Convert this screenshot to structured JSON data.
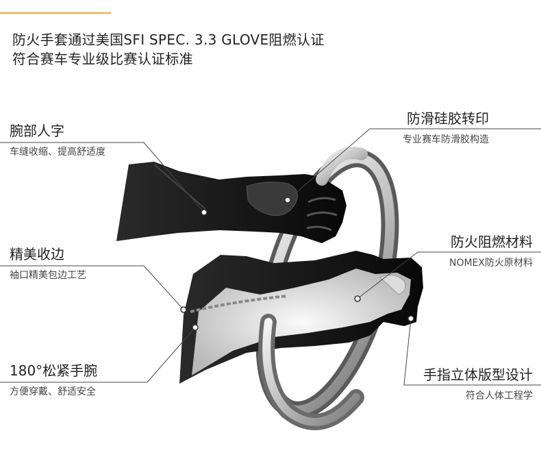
{
  "headline": {
    "line1": "防火手套通过美国SFI SPEC. 3.3 GLOVE阻燃认证",
    "line2": "符合赛车专业级比赛认证标准"
  },
  "features": {
    "wrist_cut": {
      "title": "腕部人字",
      "subtitle": "车缝收缩、提高舒适度"
    },
    "hem": {
      "title": "精美收边",
      "subtitle": "袖口精美包边工艺"
    },
    "cuff": {
      "title": "180°松紧手腕",
      "subtitle": "方便穿戴、舒适安全"
    },
    "grip": {
      "title": "防滑硅胶转印",
      "subtitle": "专业赛车防滑胶构造"
    },
    "material": {
      "title": "防火阻燃材料",
      "subtitle": "NOMEX防火原材料"
    },
    "fingers": {
      "title": "手指立体版型设计",
      "subtitle": "符合人体工程学"
    }
  },
  "colors": {
    "accent": "#f5a623",
    "glove": "#111111",
    "lining": "#e6e6e6"
  }
}
